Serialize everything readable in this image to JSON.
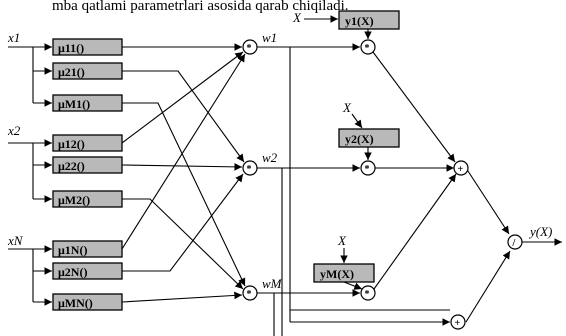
{
  "header_text": "mba qatlami parametrlari asosida qarab chiqiladi.",
  "inputs": [
    "x1",
    "x2",
    "xN"
  ],
  "membership_boxes": [
    [
      "μ11()",
      "μ21()",
      "μM1()"
    ],
    [
      "μ12()",
      "μ22()",
      "μM2()"
    ],
    [
      "μ1N()",
      "μ2N()",
      "μMN()"
    ]
  ],
  "rule_weights": [
    "w1",
    "w2",
    "wM"
  ],
  "consequent_boxes": [
    "y1(X)",
    "y2(X)",
    "yM(X)"
  ],
  "x_inputs": [
    "X",
    "X",
    "X"
  ],
  "node_symbols": {
    "product": "*",
    "sum": "+",
    "divide": "/"
  },
  "output_label": "y(X)"
}
